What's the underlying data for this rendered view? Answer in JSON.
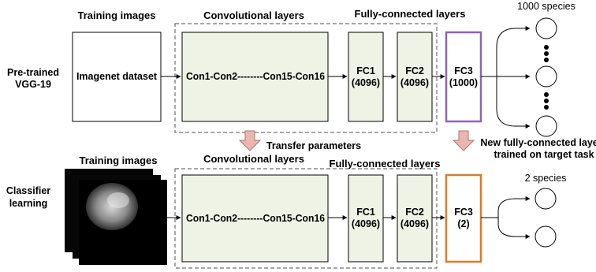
{
  "top": {
    "row_label": [
      "Pre-trained",
      "VGG-19"
    ],
    "header_training": "Training images",
    "header_conv": "Convolutional layers",
    "header_fc": "Fully-connected layers",
    "input_label": "Imagenet dataset",
    "conv_label": "Con1-Con2--------Con15-Con16",
    "fc1": [
      "FC1",
      "(4096)"
    ],
    "fc2": [
      "FC2",
      "(4096)"
    ],
    "fc3": [
      "FC3",
      "(1000)"
    ],
    "output_label": "1000 species"
  },
  "middle": {
    "transfer_label": "Transfer parameters",
    "new_layers_note": [
      "New fully-connected layers",
      "trained on target task"
    ]
  },
  "bottom": {
    "row_label": [
      "Classifier",
      "learning"
    ],
    "header_training": "Training images",
    "header_conv": "Convolutional layers",
    "header_fc": "Fully-connected layers",
    "conv_label": "Con1-Con2--------Con15-Con16",
    "fc1": [
      "FC1",
      "(4096)"
    ],
    "fc2": [
      "FC2",
      "(4096)"
    ],
    "fc3": [
      "FC3",
      "(2)"
    ],
    "output_label": "2 species"
  },
  "colors": {
    "panel_fill": "#eef3e6",
    "fc3_top_border": "#8e63b3",
    "fc3_bottom_border": "#e07a22",
    "transfer_arrow_fill": "#e9b7b0",
    "transfer_arrow_stroke": "#b2736a",
    "dashed_border": "#707070"
  }
}
